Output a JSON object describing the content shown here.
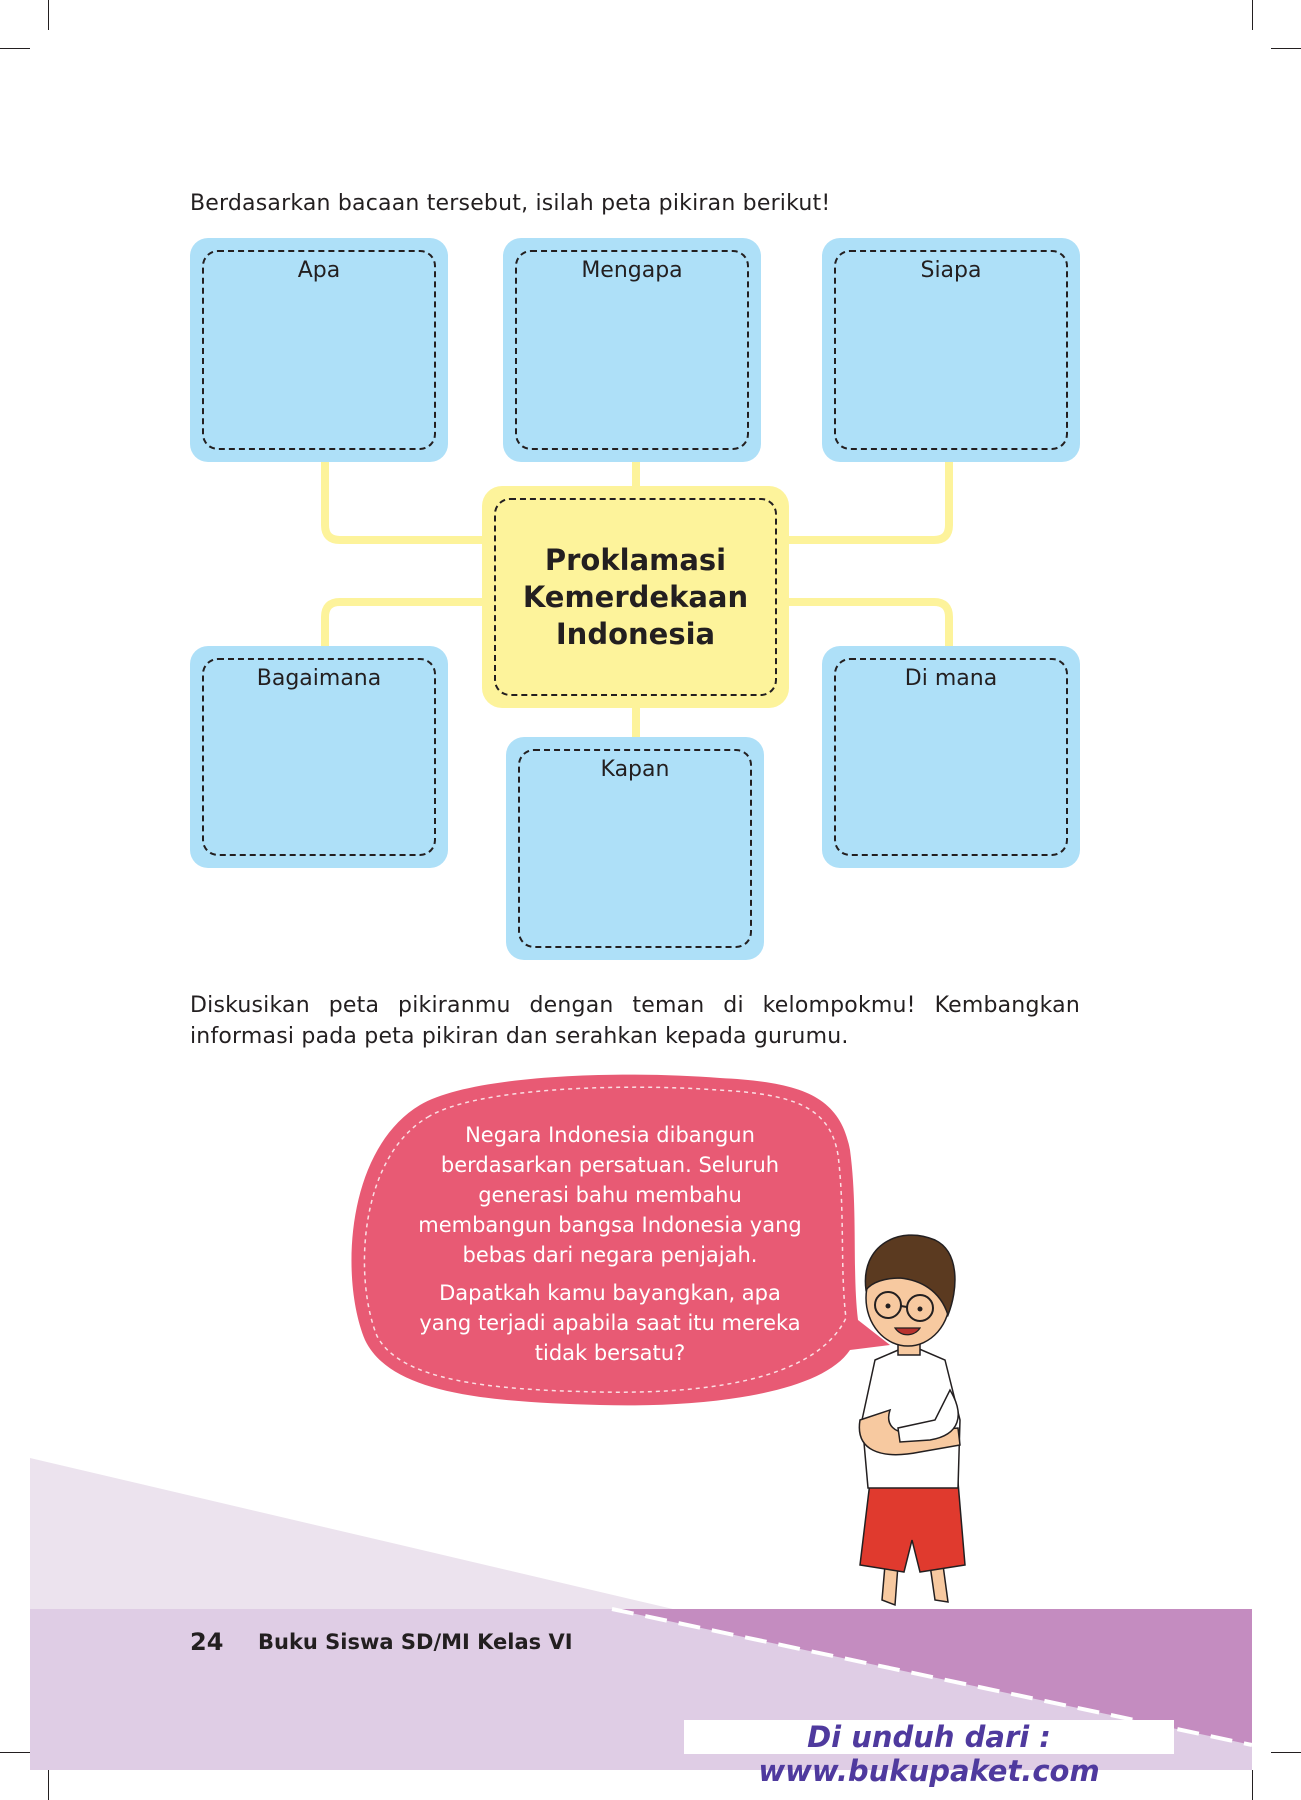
{
  "intro": "Berdasarkan bacaan tersebut, isilah peta pikiran berikut!",
  "mindmap": {
    "center": "Proklamasi Kemerdekaan Indonesia",
    "nodes": {
      "apa": "Apa",
      "mengapa": "Mengapa",
      "siapa": "Siapa",
      "bagaimana": "Bagaimana",
      "kapan": "Kapan",
      "dimana": "Di mana"
    },
    "colors": {
      "node": "#aee0f8",
      "center": "#fdf39b",
      "connector": "#fdf39b"
    }
  },
  "discussion": {
    "line1": "Diskusikan peta pikiranmu dengan teman di kelompokmu! Kembangkan",
    "line2": "informasi pada peta pikiran dan serahkan kepada gurumu."
  },
  "speech_bubble": {
    "paragraph1": "Negara Indonesia dibangun berdasarkan persatuan. Seluruh generasi bahu membahu membangun bangsa Indonesia yang bebas dari negara penjajah.",
    "paragraph2": "Dapatkah kamu bayangkan, apa yang terjadi apabila saat itu mereka tidak bersatu?",
    "color": "#e85a74"
  },
  "footer": {
    "page_number": "24",
    "book_title": "Buku Siswa SD/MI Kelas VI",
    "watermark": "Di unduh dari : www.bukupaket.com",
    "colors": {
      "band": "#dfcde5",
      "accent": "#c48cc0",
      "triangle": "#ece3ee"
    }
  }
}
